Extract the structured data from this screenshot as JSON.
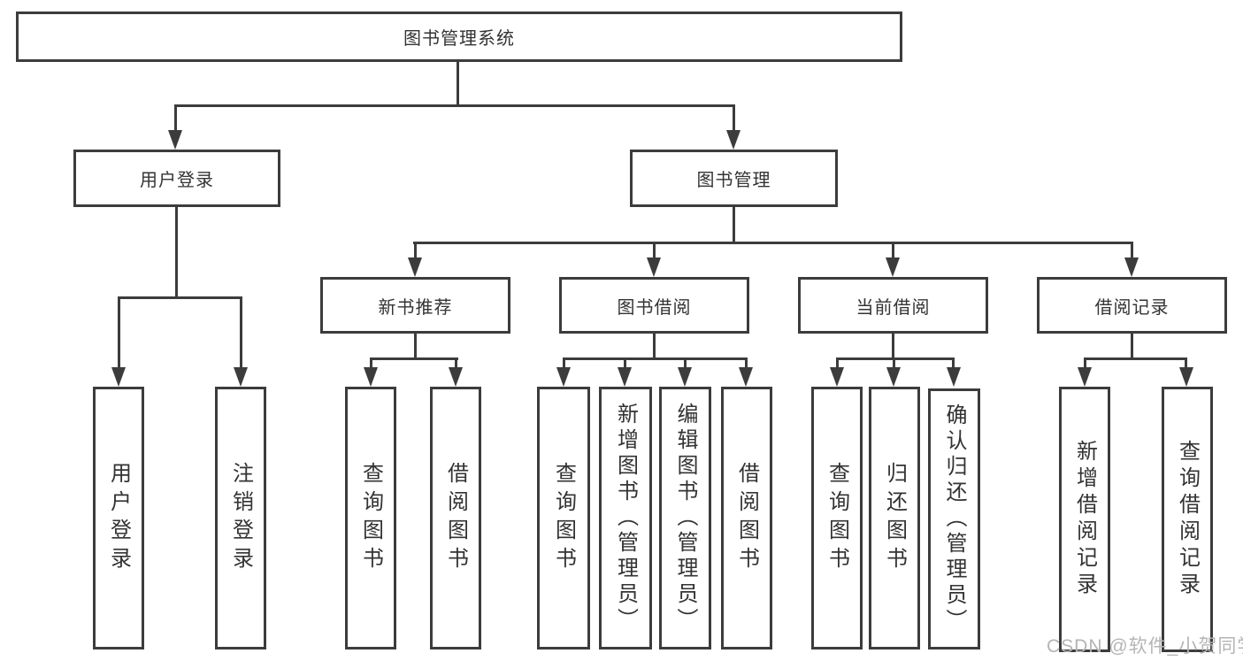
{
  "diagram": {
    "type": "hierarchy-tree",
    "colors": {
      "line": "#3c3c3c",
      "text": "#333333",
      "background": "#ffffff",
      "watermark": "#b5b5b5"
    },
    "nodes": {
      "root": "图书管理系统",
      "user_login": "用户登录",
      "book_mgmt": "图书管理",
      "new_books": "新书推荐",
      "book_borrow": "图书借阅",
      "current_borrow": "当前借阅",
      "borrow_records": "借阅记录",
      "leaf_user_login": "用户登录",
      "leaf_logout": "注销登录",
      "leaf_nb_query": "查询图书",
      "leaf_nb_borrow": "借阅图书",
      "leaf_bb_query": "查询图书",
      "leaf_bb_add": "新增图书（管理员）",
      "leaf_bb_edit": "编辑图书（管理员）",
      "leaf_bb_borrow": "借阅图书",
      "leaf_cb_query": "查询图书",
      "leaf_cb_return": "归还图书",
      "leaf_cb_confirm": "确认归还（管理员）",
      "leaf_br_add": "新增借阅记录",
      "leaf_br_query": "查询借阅记录"
    },
    "watermark": "CSDN @软件_小贺同学"
  }
}
